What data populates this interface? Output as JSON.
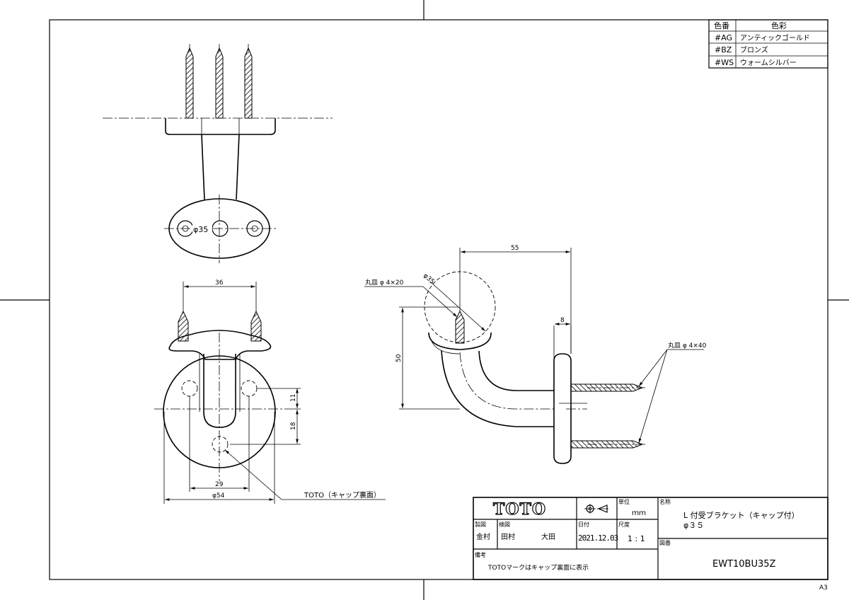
{
  "color_table": {
    "header_code": "色番",
    "header_color": "色彩",
    "rows": [
      {
        "code": "#AG",
        "name": "アンティックゴールド"
      },
      {
        "code": "#BZ",
        "name": "ブロンズ"
      },
      {
        "code": "#WS",
        "name": "ウォームシルバー"
      }
    ]
  },
  "dimensions": {
    "front_diameter": "φ35",
    "bottom_width": "36",
    "dim_11": "11",
    "dim_18": "18",
    "dim_29": "29",
    "dim_54": "φ54",
    "side_55": "55",
    "side_50": "50",
    "side_8": "8",
    "side_phi35": "φ35",
    "screw_top": "丸皿 φ 4×20",
    "screw_side": "丸皿 φ 4×40",
    "cap_note": "TOTO（キャップ裏面）"
  },
  "title_block": {
    "logo": "TOTO",
    "unit_label": "単位",
    "unit_value": "ｍｍ",
    "name_label": "名称",
    "name_line1": "L 付受ブラケット（キャップ付）",
    "name_line2": "φ３５",
    "drawn_label": "製図",
    "drawn_value": "金村",
    "checked_label": "検図",
    "checked_value1": "田村",
    "checked_value2": "大田",
    "date_label": "日付",
    "date_value": "2021.12.03",
    "scale_label": "尺度",
    "scale_value": "1 : 1",
    "drawing_no_label": "図番",
    "drawing_no": "EWT10BU35Z",
    "remarks_label": "備考",
    "remarks": "TOTOマークはキャップ裏面に表示"
  },
  "sheet_size": "A3"
}
